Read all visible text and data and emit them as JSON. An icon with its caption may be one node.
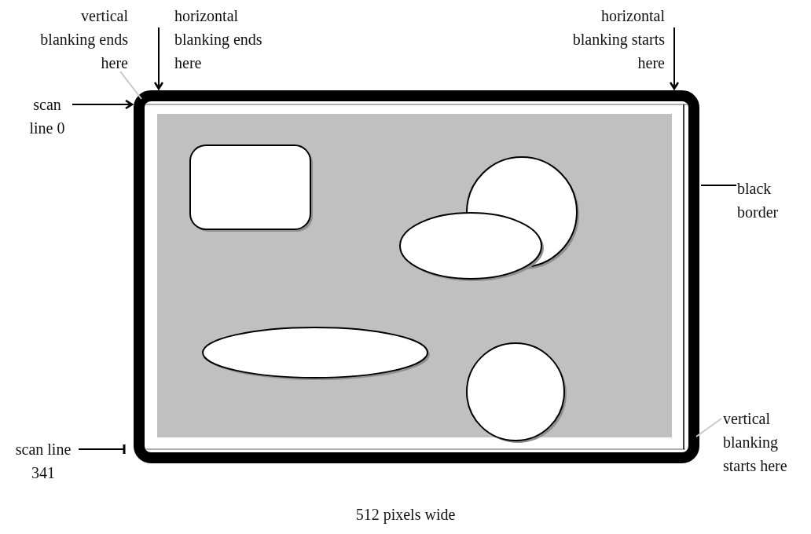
{
  "diagram": {
    "nodes": [
      {
        "text": [],
        "shape": "box"
      },
      {
        "text": [
          "vertical blanking ends here"
        ]
      },
      {
        "text": [
          "horizontal blanking ends here"
        ]
      },
      {
        "text": [
          "horizontal blanking starts here"
        ]
      },
      {
        "text": [
          "scan line 0"
        ]
      },
      {
        "text": [
          "black border"
        ]
      },
      {
        "text": [
          "scan line 341"
        ]
      },
      {
        "text": [
          "vertical blanking starts here"
        ]
      }
    ],
    "edges": [
      {
        "from": 1,
        "to": 0,
        "arrow": "none",
        "color": "#c8c8c8"
      },
      {
        "from": 2,
        "to": 0,
        "arrow": "to"
      },
      {
        "from": 3,
        "to": 0,
        "arrow": "to"
      },
      {
        "from": 4,
        "to": 0,
        "arrow": "to"
      },
      {
        "from": 5,
        "to": 0,
        "arrow": "none"
      },
      {
        "from": 6,
        "to": 0,
        "arrow": "other"
      },
      {
        "from": 7,
        "to": 0,
        "arrow": "none",
        "color": "#c8c8c8"
      }
    ],
    "labels": [
      "512 pixels wide"
    ]
  }
}
